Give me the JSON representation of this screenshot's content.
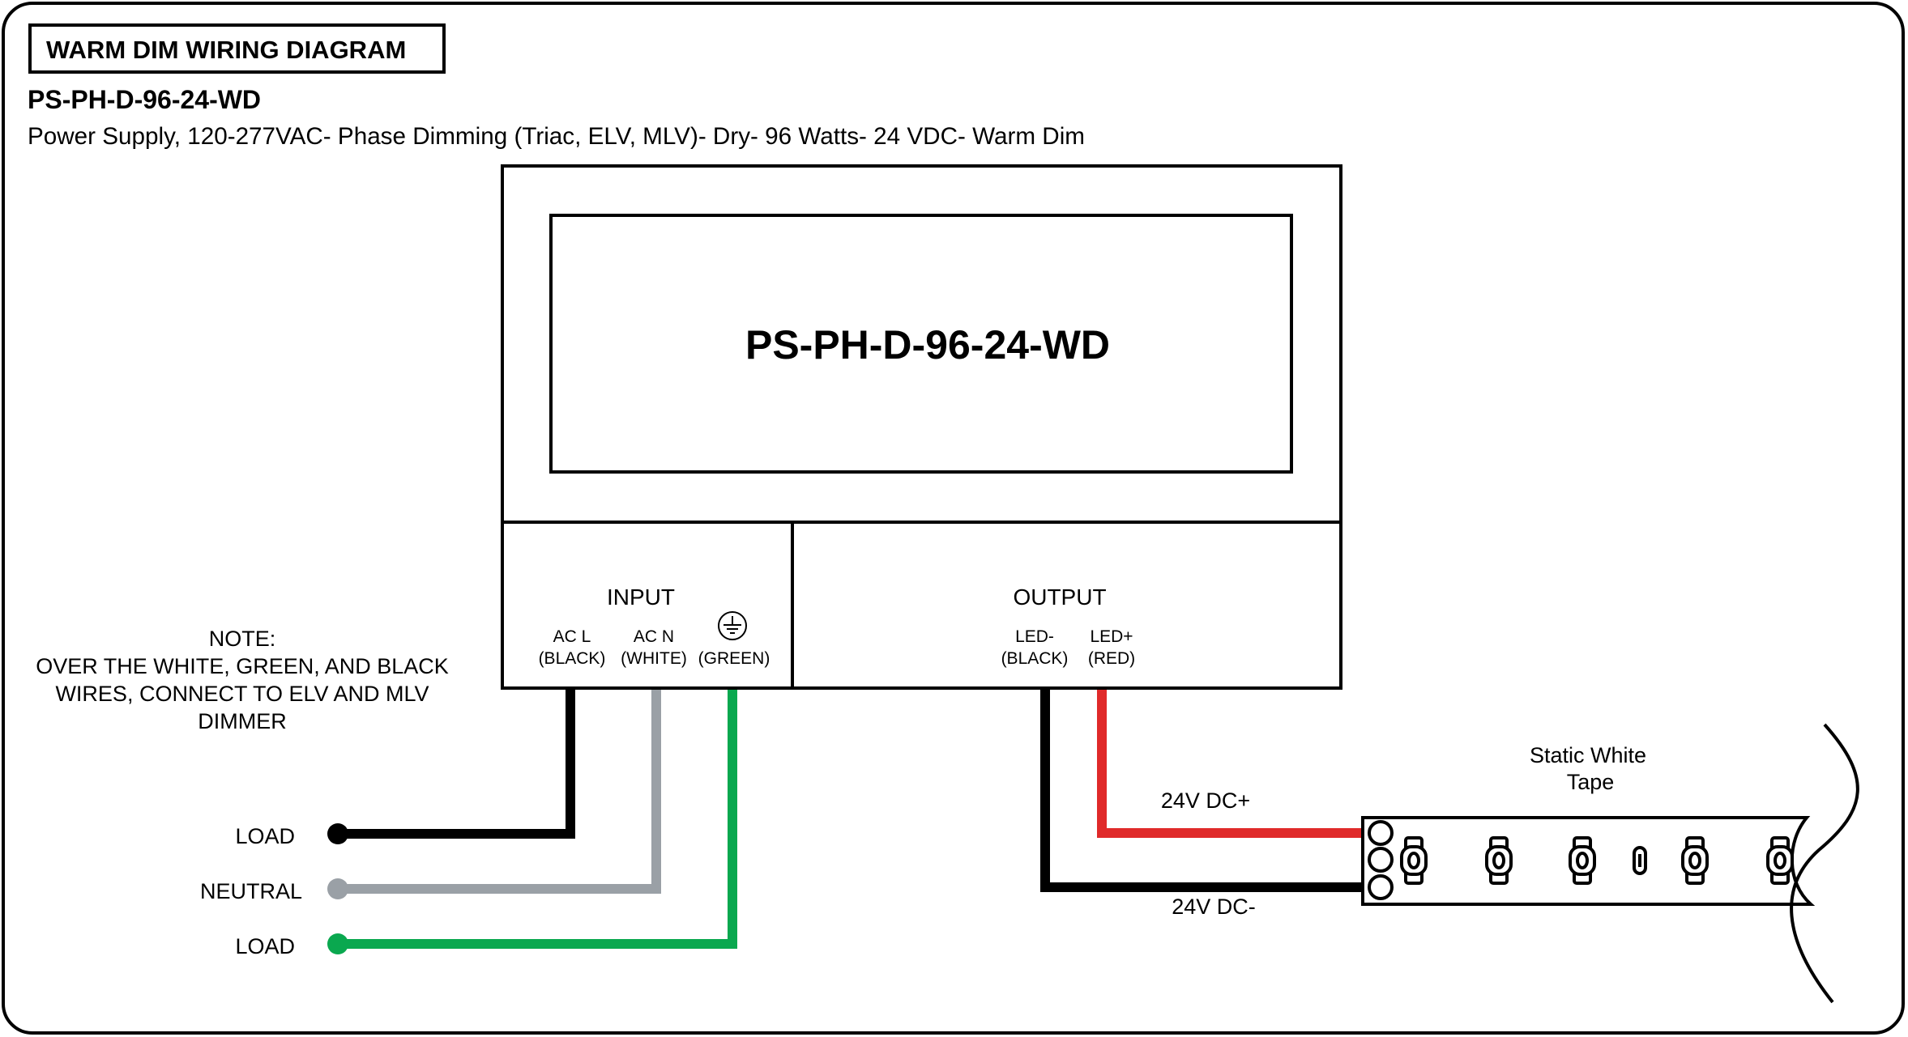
{
  "header": {
    "badge": "WARM DIM WIRING DIAGRAM",
    "model": "PS-PH-D-96-24-WD",
    "description": "Power Supply, 120-277VAC- Phase Dimming (Triac, ELV, MLV)- Dry- 96 Watts- 24 VDC- Warm Dim"
  },
  "device": {
    "label": "PS-PH-D-96-24-WD",
    "input": {
      "title": "INPUT",
      "terminals": [
        {
          "name": "AC L",
          "color_name": "(BLACK)"
        },
        {
          "name": "AC N",
          "color_name": "(WHITE)"
        },
        {
          "name": "",
          "color_name": "(GREEN)"
        }
      ]
    },
    "output": {
      "title": "OUTPUT",
      "terminals": [
        {
          "name": "LED-",
          "color_name": "(BLACK)"
        },
        {
          "name": "LED+",
          "color_name": "(RED)"
        }
      ]
    }
  },
  "note": {
    "lines": [
      "NOTE:",
      "OVER THE WHITE, GREEN, AND BLACK",
      "WIRES, CONNECT TO ELV AND MLV",
      "DIMMER"
    ]
  },
  "wires_in": [
    {
      "label": "LOAD",
      "color": "#000000"
    },
    {
      "label": "NEUTRAL",
      "color": "#9aa0a6"
    },
    {
      "label": "LOAD",
      "color": "#0aa84f"
    }
  ],
  "wires_out": {
    "positive_label": "24V DC+",
    "negative_label": "24V DC-",
    "positive_color": "#e02a2a",
    "negative_color": "#000000"
  },
  "tape": {
    "title_line1": "Static White",
    "title_line2": "Tape"
  }
}
